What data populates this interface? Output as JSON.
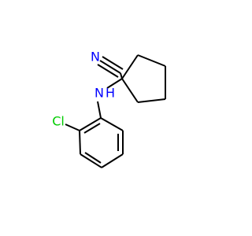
{
  "atoms": {
    "nitrile_n": "N",
    "amine_n": "N",
    "amine_h": "H",
    "chlorine": "Cl"
  },
  "colors": {
    "bond": "#000000",
    "nitrogen": "#0000ff",
    "chlorine": "#00cc00"
  }
}
